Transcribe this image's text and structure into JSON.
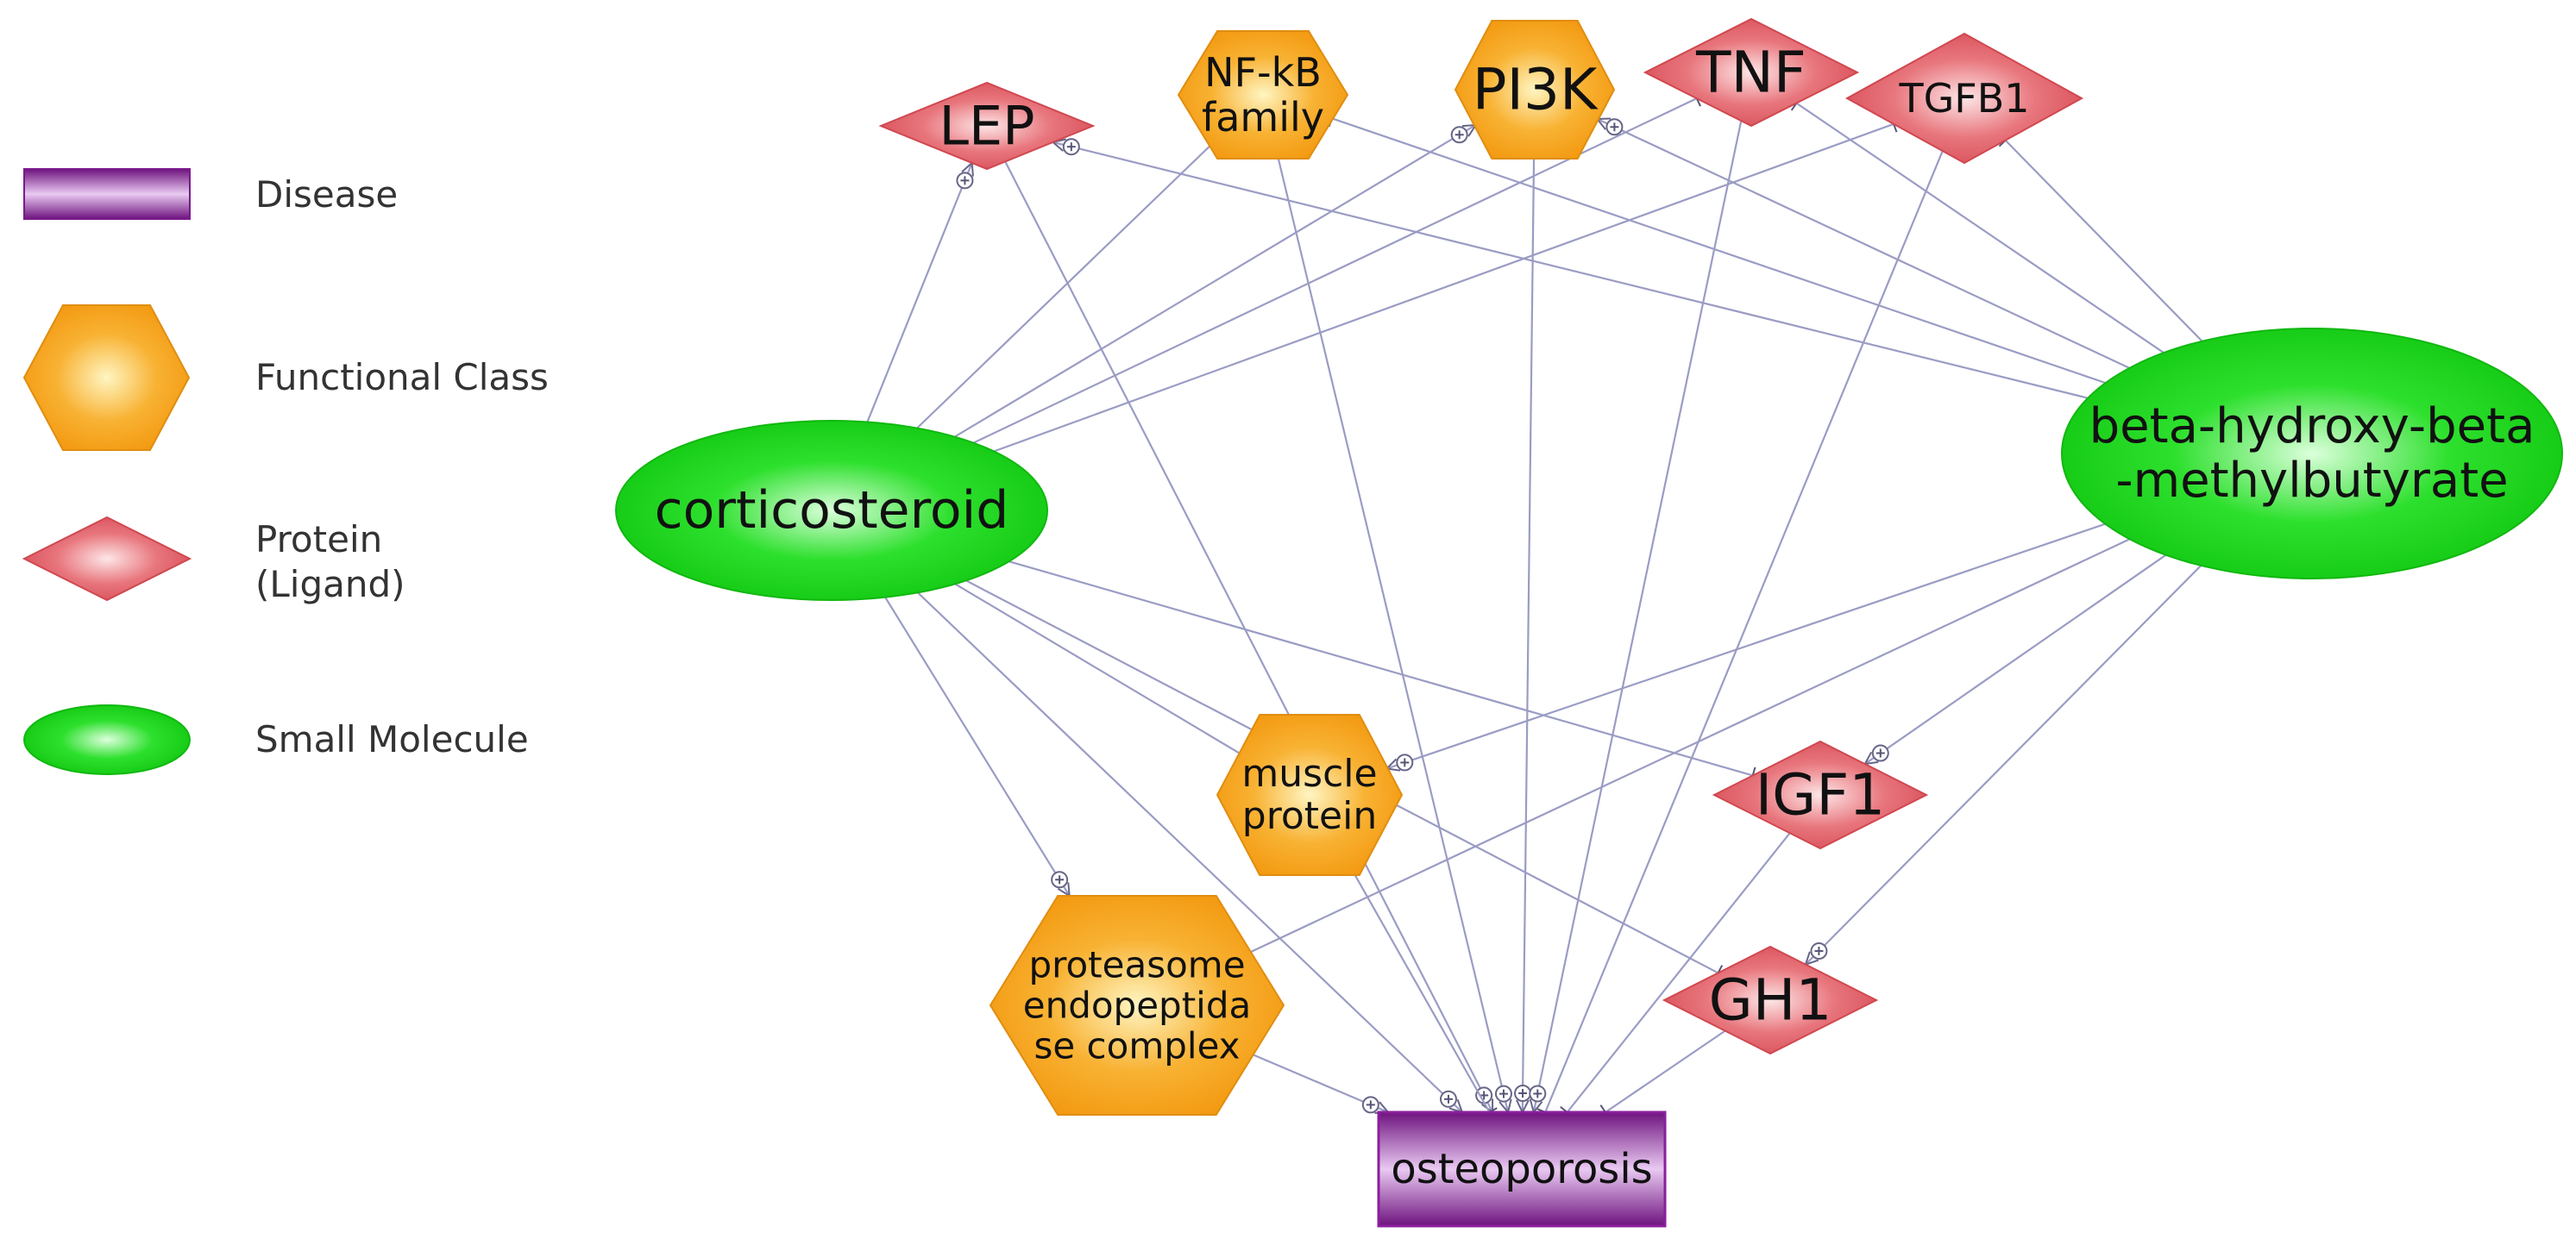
{
  "legend": {
    "items": [
      {
        "type": "disease",
        "label": "Disease"
      },
      {
        "type": "functional",
        "label": "Functional Class"
      },
      {
        "type": "protein",
        "label": "Protein",
        "label2": "(Ligand)"
      },
      {
        "type": "small",
        "label": "Small Molecule"
      }
    ]
  },
  "nodes": [
    {
      "id": "lep",
      "type": "protein",
      "lines": [
        "LEP"
      ]
    },
    {
      "id": "nfkb",
      "type": "functional",
      "lines": [
        "NF-kB",
        "family"
      ]
    },
    {
      "id": "pi3k",
      "type": "functional",
      "lines": [
        "PI3K"
      ]
    },
    {
      "id": "tnf",
      "type": "protein",
      "lines": [
        "TNF"
      ]
    },
    {
      "id": "tgfb1",
      "type": "protein",
      "lines": [
        "TGFB1"
      ]
    },
    {
      "id": "cort",
      "type": "small",
      "lines": [
        "corticosteroid"
      ]
    },
    {
      "id": "hmb",
      "type": "small",
      "lines": [
        "beta-hydroxy-beta",
        "-methylbutyrate"
      ]
    },
    {
      "id": "muscle",
      "type": "functional",
      "lines": [
        "muscle",
        "protein"
      ]
    },
    {
      "id": "igf1",
      "type": "protein",
      "lines": [
        "IGF1"
      ]
    },
    {
      "id": "prot",
      "type": "functional",
      "lines": [
        "proteasome",
        "endopeptida",
        "se complex"
      ]
    },
    {
      "id": "gh1",
      "type": "protein",
      "lines": [
        "GH1"
      ]
    },
    {
      "id": "osteo",
      "type": "disease",
      "lines": [
        "osteoporosis"
      ]
    }
  ],
  "edges": [
    {
      "from": "cort",
      "to": "lep",
      "kind": "activate"
    },
    {
      "from": "cort",
      "to": "nfkb",
      "kind": "inhibit"
    },
    {
      "from": "cort",
      "to": "pi3k",
      "kind": "activate"
    },
    {
      "from": "cort",
      "to": "tnf",
      "kind": "inhibit"
    },
    {
      "from": "cort",
      "to": "tgfb1",
      "kind": "inhibit"
    },
    {
      "from": "cort",
      "to": "muscle",
      "kind": "inhibit"
    },
    {
      "from": "cort",
      "to": "igf1",
      "kind": "inhibit"
    },
    {
      "from": "cort",
      "to": "gh1",
      "kind": "inhibit"
    },
    {
      "from": "cort",
      "to": "prot",
      "kind": "activate"
    },
    {
      "from": "cort",
      "to": "osteo",
      "kind": "activate"
    },
    {
      "from": "hmb",
      "to": "lep",
      "kind": "activate"
    },
    {
      "from": "hmb",
      "to": "nfkb",
      "kind": "inhibit"
    },
    {
      "from": "hmb",
      "to": "pi3k",
      "kind": "activate"
    },
    {
      "from": "hmb",
      "to": "tnf",
      "kind": "inhibit"
    },
    {
      "from": "hmb",
      "to": "tgfb1",
      "kind": "inhibit"
    },
    {
      "from": "hmb",
      "to": "muscle",
      "kind": "activate"
    },
    {
      "from": "hmb",
      "to": "igf1",
      "kind": "activate"
    },
    {
      "from": "hmb",
      "to": "gh1",
      "kind": "activate"
    },
    {
      "from": "hmb",
      "to": "prot",
      "kind": "inhibit"
    },
    {
      "from": "lep",
      "to": "osteo",
      "kind": "activate"
    },
    {
      "from": "nfkb",
      "to": "osteo",
      "kind": "activate"
    },
    {
      "from": "pi3k",
      "to": "osteo",
      "kind": "activate"
    },
    {
      "from": "tnf",
      "to": "osteo",
      "kind": "activate"
    },
    {
      "from": "tgfb1",
      "to": "osteo",
      "kind": "inhibit"
    },
    {
      "from": "muscle",
      "to": "osteo",
      "kind": "inhibit"
    },
    {
      "from": "igf1",
      "to": "osteo",
      "kind": "inhibit"
    },
    {
      "from": "prot",
      "to": "osteo",
      "kind": "activate"
    },
    {
      "from": "gh1",
      "to": "osteo",
      "kind": "inhibit"
    }
  ],
  "colors": {
    "disease": "#8a1f9c",
    "disease_light": "#f2d8f8",
    "functional": "#f5a21c",
    "functional_light": "#fff1b0",
    "protein": "#dd5a63",
    "protein_light": "#fbe0e2",
    "small": "#17d117",
    "small_light": "#d8ffd8",
    "edge": "#9a9cc4"
  }
}
